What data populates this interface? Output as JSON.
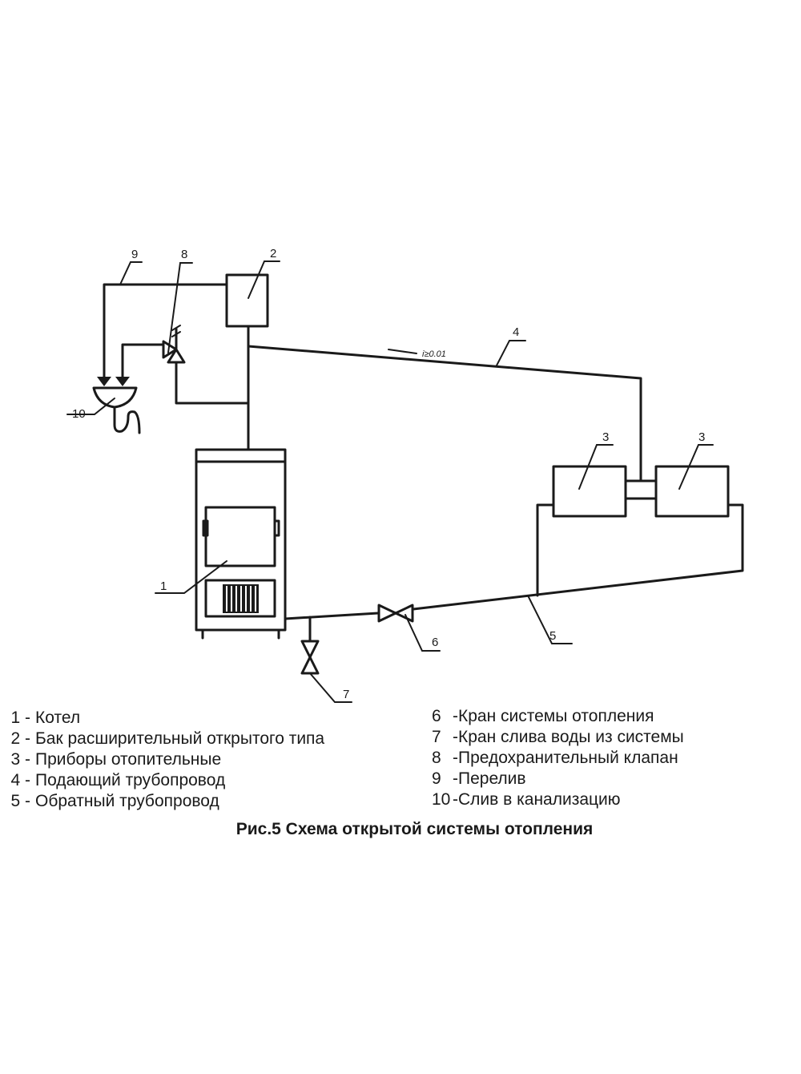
{
  "diagram": {
    "callouts": {
      "c1": "1",
      "c2": "2",
      "c3a": "3",
      "c3b": "3",
      "c4": "4",
      "c5": "5",
      "c6": "6",
      "c7": "7",
      "c8": "8",
      "c9": "9",
      "c10": "10"
    },
    "slope_note": "i≥0.01"
  },
  "legend": {
    "left": [
      {
        "num": "1 -",
        "text": "Котел"
      },
      {
        "num": "2 -",
        "text": "Бак расширительный открытого типа"
      },
      {
        "num": "3 -",
        "text": "Приборы отопительные"
      },
      {
        "num": "4 -",
        "text": "Подающий трубопровод"
      },
      {
        "num": "5 -",
        "text": "Обратный трубопровод"
      }
    ],
    "right": [
      {
        "num": "6",
        "text": "-Кран системы отопления"
      },
      {
        "num": "7",
        "text": "-Кран слива воды из системы"
      },
      {
        "num": "8",
        "text": "-Предохранительный клапан"
      },
      {
        "num": "9",
        "text": "-Перелив"
      },
      {
        "num": "10",
        "text": "-Слив в канализацию"
      }
    ]
  },
  "caption": "Рис.5 Схема открытой системы отопления"
}
